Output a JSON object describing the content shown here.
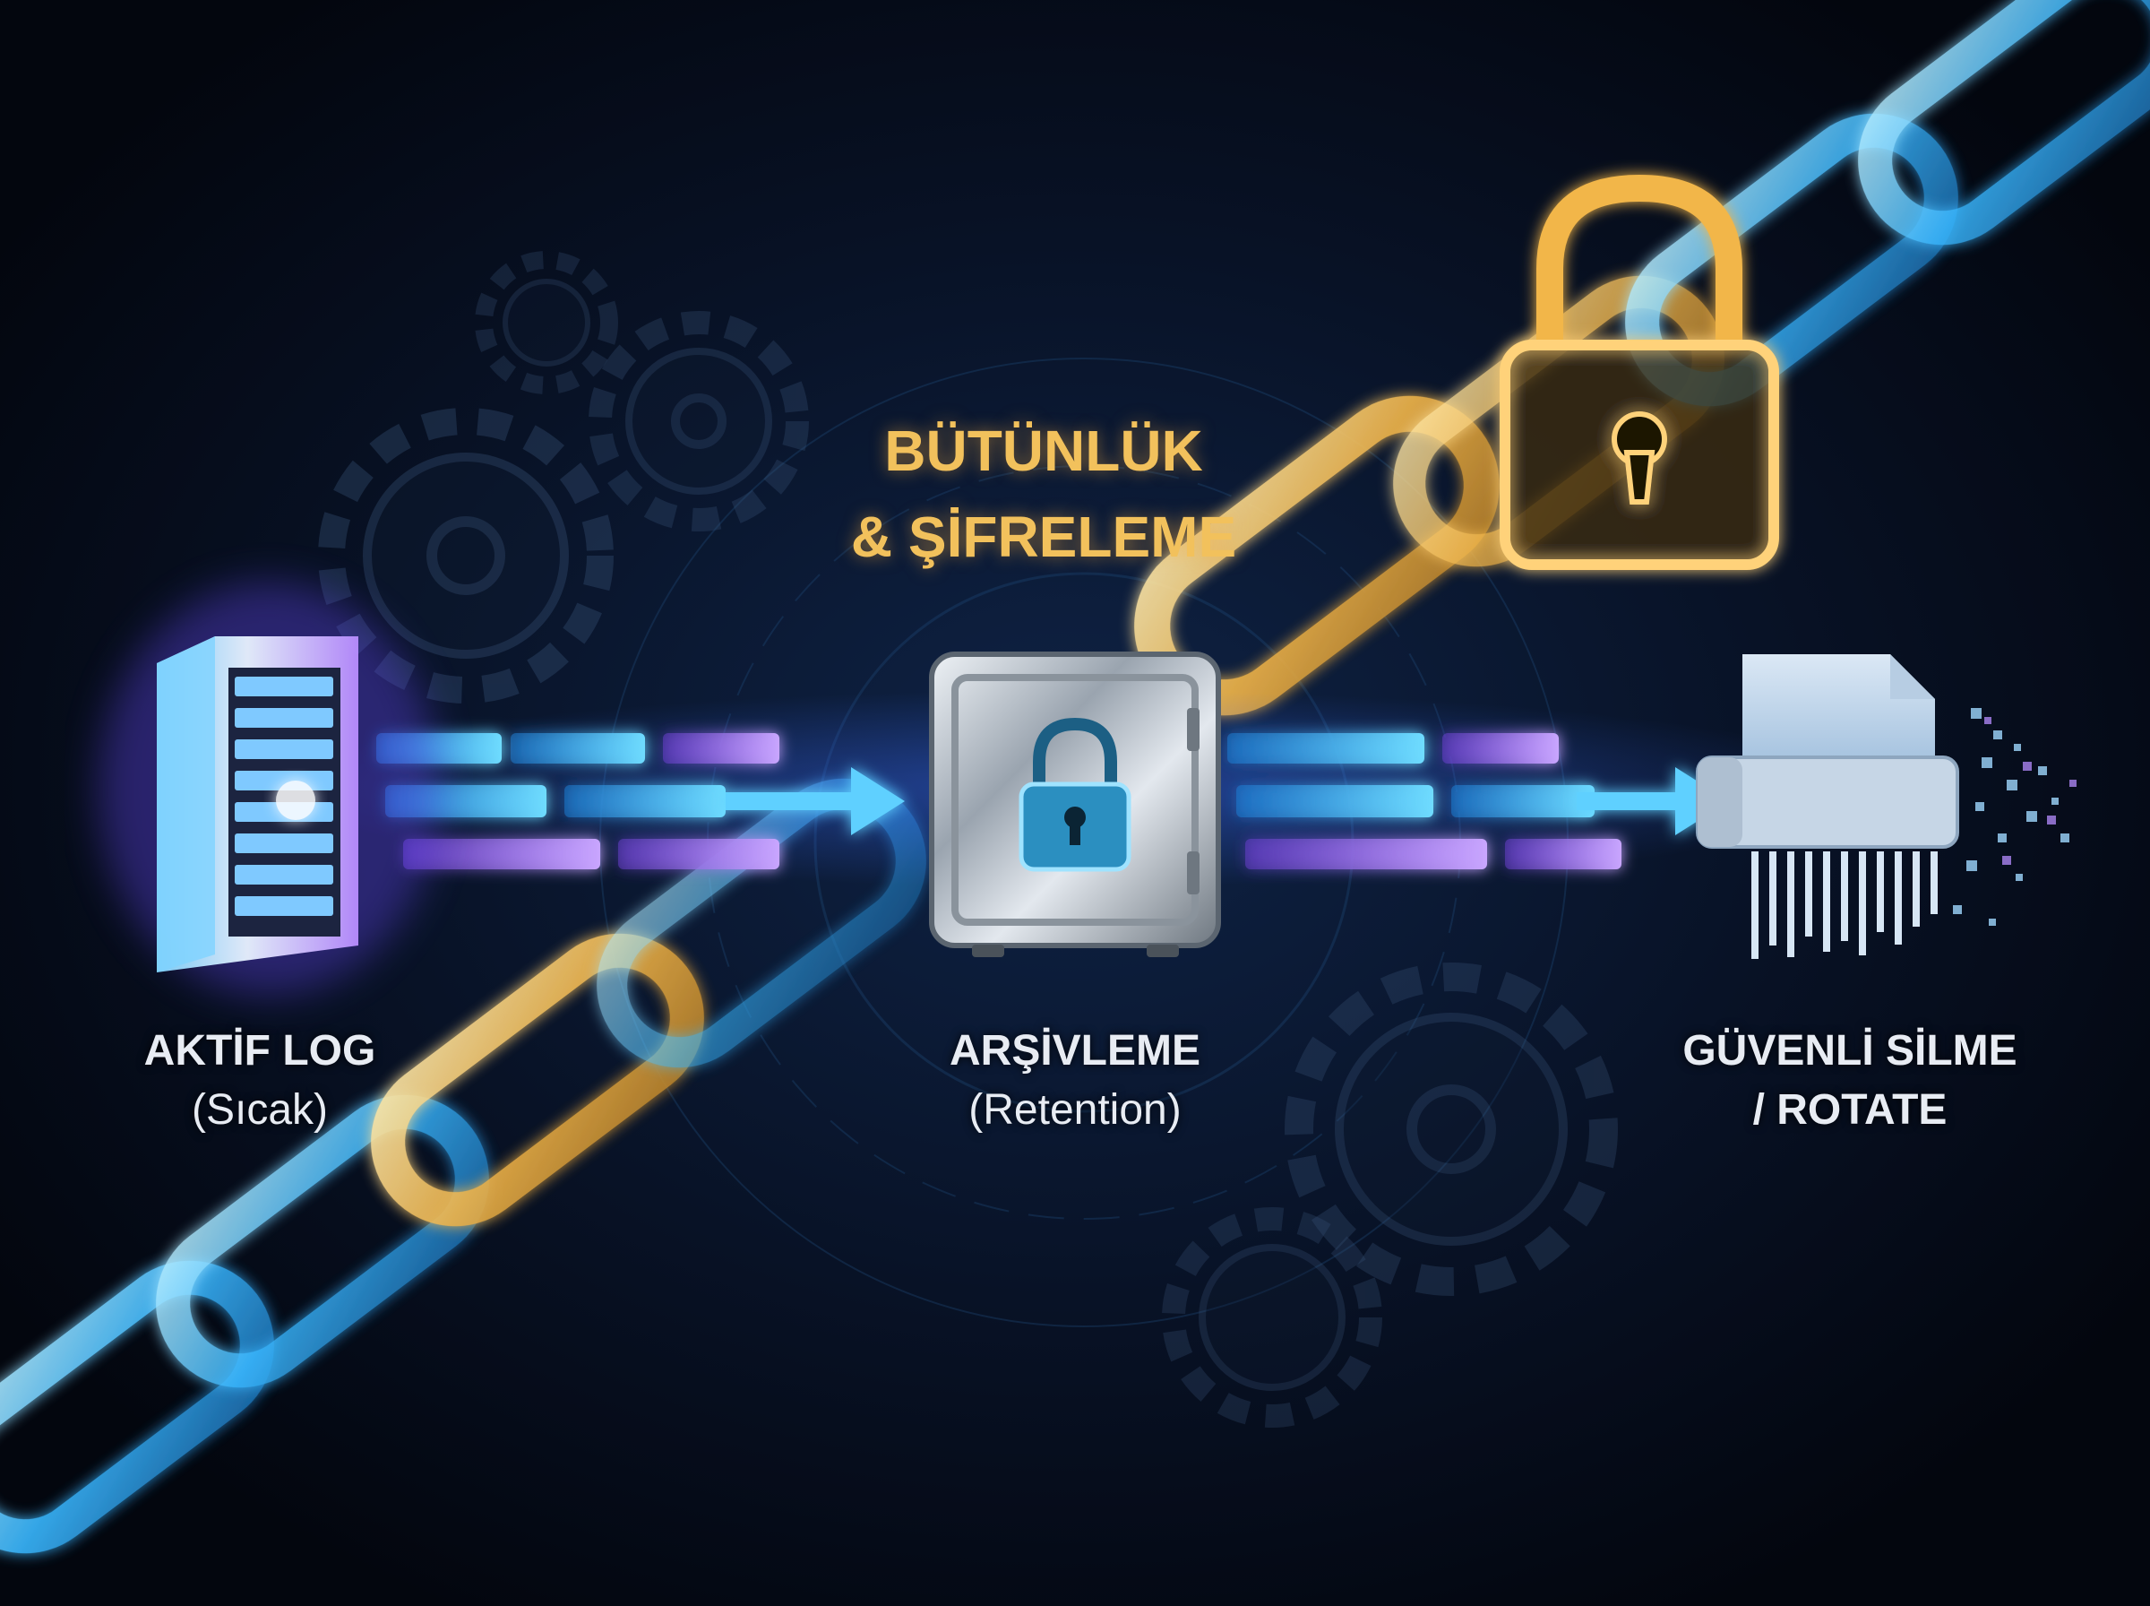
{
  "title": {
    "line1": "BÜTÜNLÜK",
    "line2": "& ŞİFRELEME"
  },
  "stages": [
    {
      "line1": "AKTİF LOG",
      "line2": "(Sıcak)"
    },
    {
      "line1": "ARŞİVLEME",
      "line2": "(Retention)"
    },
    {
      "line1": "GÜVENLİ SİLME",
      "line2": "/ ROTATE"
    }
  ],
  "icons": [
    "gear-icon",
    "server-icon",
    "arrow-right-icon",
    "safe-icon",
    "padlock-icon",
    "chain-icon",
    "shredder-icon",
    "document-icon"
  ],
  "colors": {
    "background": "#050a16",
    "chain_blue": "#3ab8ff",
    "chain_gold": "#f2b64a",
    "arrow_cyan": "#5fd0ff",
    "arrow_violet": "#9a6cff",
    "title_gold": "#f2c15c",
    "label_white": "#e8ecf3"
  }
}
